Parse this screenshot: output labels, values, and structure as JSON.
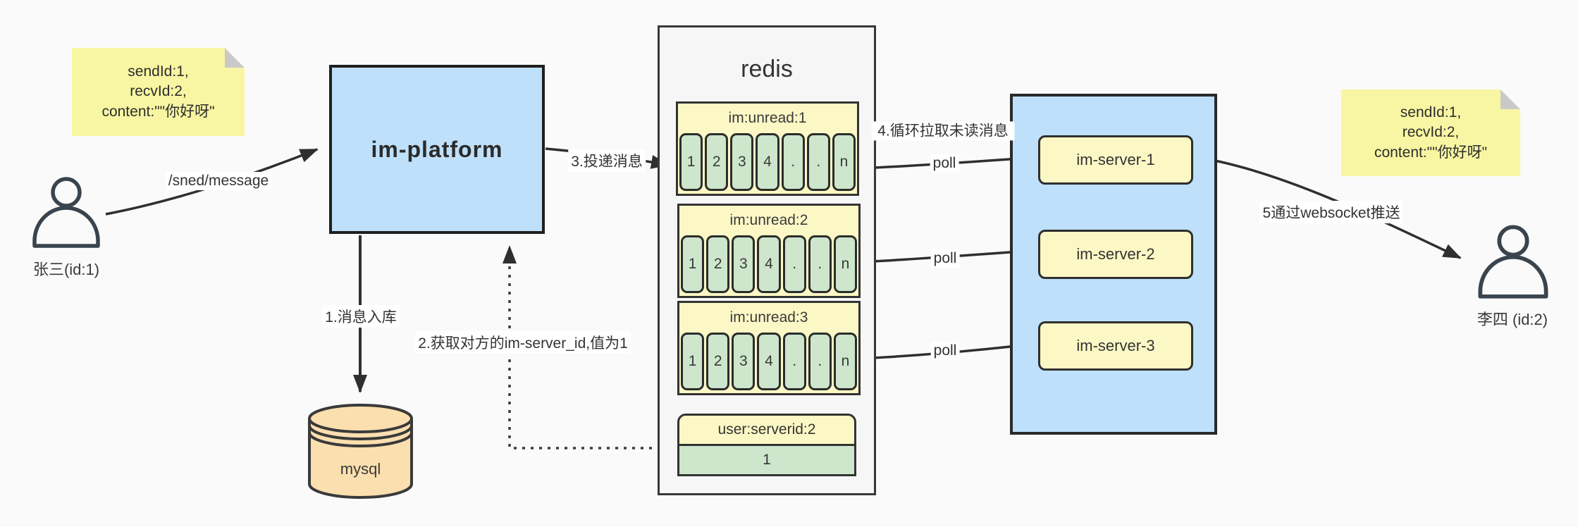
{
  "notes": {
    "left": {
      "line1": "sendId:1,",
      "line2": "recvId:2,",
      "line3": "content:\"\"你好呀\""
    },
    "right": {
      "line1": "sendId:1,",
      "line2": "recvId:2,",
      "line3": "content:\"\"你好呀\""
    }
  },
  "actors": {
    "sender": "张三(id:1)",
    "receiver": "李四 (id:2)"
  },
  "platform_label": "im-platform",
  "db_label": "mysql",
  "redis": {
    "title": "redis",
    "queues": [
      {
        "header": "im:unread:1",
        "cells": [
          "1",
          "2",
          "3",
          "4",
          ".",
          ".",
          "n"
        ]
      },
      {
        "header": "im:unread:2",
        "cells": [
          "1",
          "2",
          "3",
          "4",
          ".",
          ".",
          "n"
        ]
      },
      {
        "header": "im:unread:3",
        "cells": [
          "1",
          "2",
          "3",
          "4",
          ".",
          ".",
          "n"
        ]
      }
    ],
    "mapping": {
      "header": "user:serverid:2",
      "value": "1"
    }
  },
  "servers": [
    "im-server-1",
    "im-server-2",
    "im-server-3"
  ],
  "labels": {
    "send": "/sned/message",
    "step1": "1.消息入库",
    "step2": "2.获取对方的im-server_id,值为1",
    "step3": "3.投递消息",
    "step4": "4.循环拉取未读消息",
    "poll1": "poll",
    "poll2": "poll",
    "poll3": "poll",
    "step5": "5通过websocket推送"
  },
  "colors": {
    "blue_box": "#bee0fa",
    "note_yellow": "#f8f6a2",
    "box_yellow": "#fcf8c5",
    "cell_green": "#cde6cc",
    "db_peach": "#fbdfaf",
    "line": "#333333"
  }
}
